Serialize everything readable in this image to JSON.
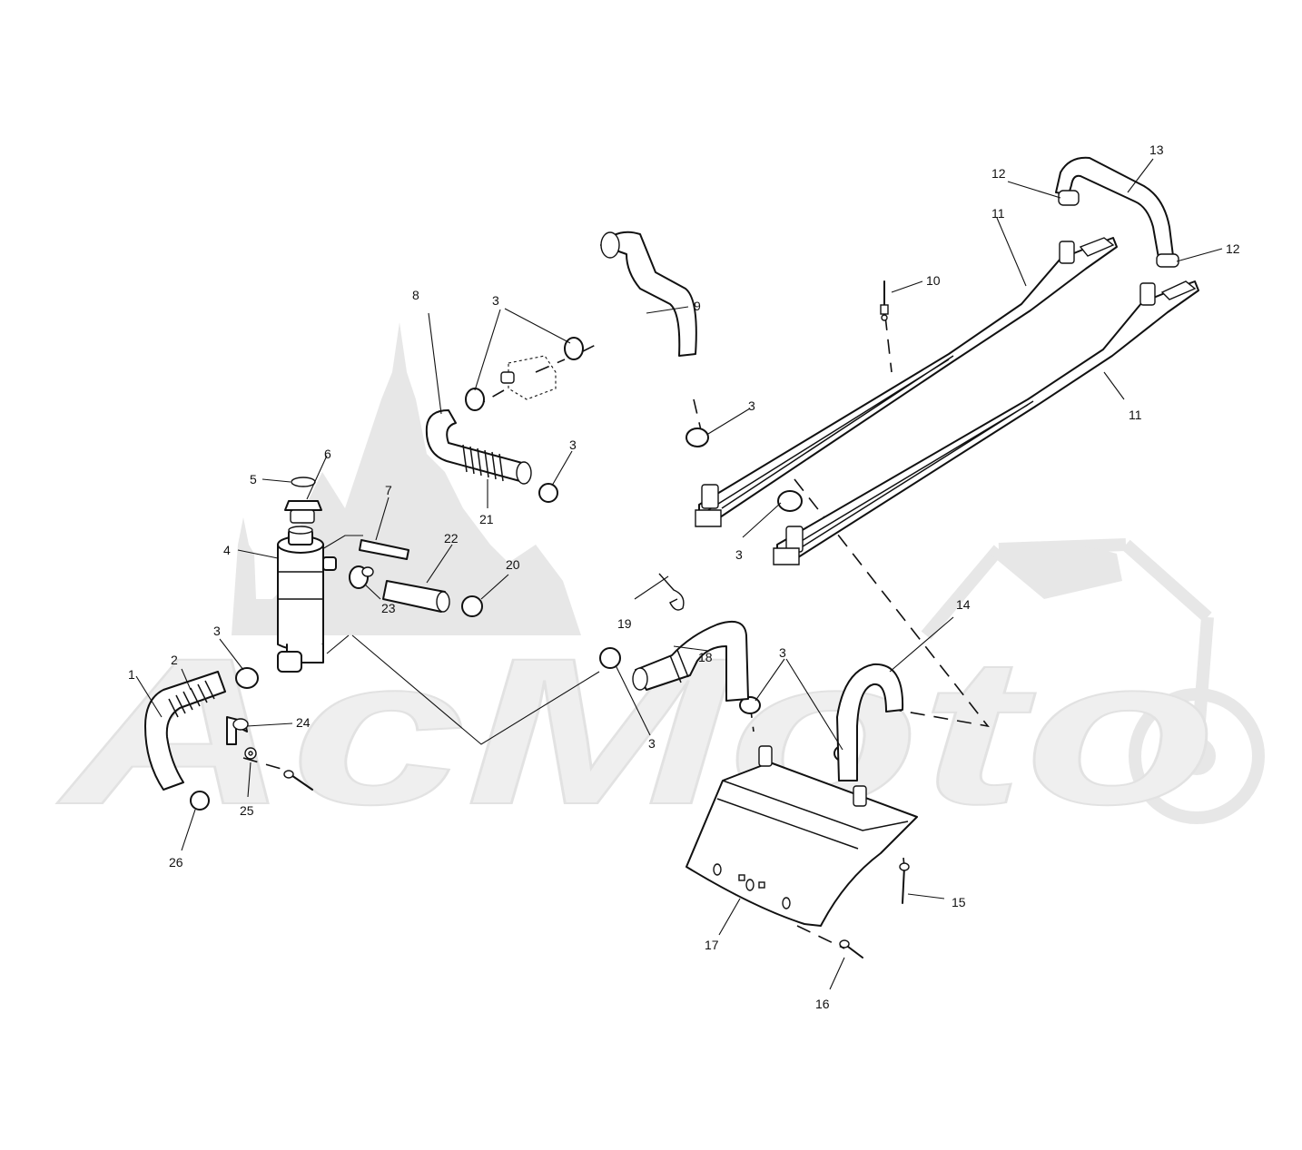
{
  "watermark": {
    "text": "AcMoto"
  },
  "callouts": [
    {
      "id": "c1",
      "text": "1"
    },
    {
      "id": "c2",
      "text": "2"
    },
    {
      "id": "c3a",
      "text": "3"
    },
    {
      "id": "c3b",
      "text": "3"
    },
    {
      "id": "c3c",
      "text": "3"
    },
    {
      "id": "c3d",
      "text": "3"
    },
    {
      "id": "c3e",
      "text": "3"
    },
    {
      "id": "c3f",
      "text": "3"
    },
    {
      "id": "c3g",
      "text": "3"
    },
    {
      "id": "c4",
      "text": "4"
    },
    {
      "id": "c5",
      "text": "5"
    },
    {
      "id": "c6",
      "text": "6"
    },
    {
      "id": "c7",
      "text": "7"
    },
    {
      "id": "c8",
      "text": "8"
    },
    {
      "id": "c9",
      "text": "9"
    },
    {
      "id": "c10",
      "text": "10"
    },
    {
      "id": "c11a",
      "text": "11"
    },
    {
      "id": "c11b",
      "text": "11"
    },
    {
      "id": "c12a",
      "text": "12"
    },
    {
      "id": "c12b",
      "text": "12"
    },
    {
      "id": "c13",
      "text": "13"
    },
    {
      "id": "c14",
      "text": "14"
    },
    {
      "id": "c15",
      "text": "15"
    },
    {
      "id": "c16",
      "text": "16"
    },
    {
      "id": "c17",
      "text": "17"
    },
    {
      "id": "c18",
      "text": "18"
    },
    {
      "id": "c19",
      "text": "19"
    },
    {
      "id": "c20",
      "text": "20"
    },
    {
      "id": "c21",
      "text": "21"
    },
    {
      "id": "c22",
      "text": "22"
    },
    {
      "id": "c23",
      "text": "23"
    },
    {
      "id": "c24",
      "text": "24"
    },
    {
      "id": "c25",
      "text": "25"
    },
    {
      "id": "c26",
      "text": "26"
    }
  ]
}
